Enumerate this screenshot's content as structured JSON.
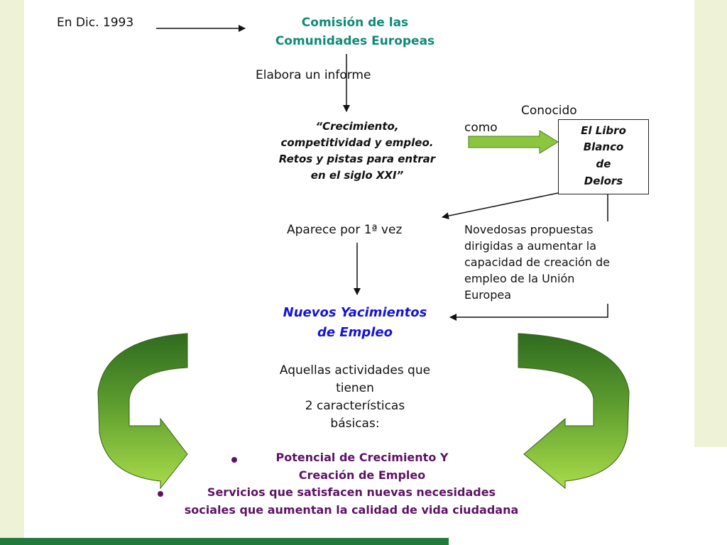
{
  "date_label": "En Dic. 1993",
  "commission": [
    "Comisión de las",
    "Comunidades Europeas"
  ],
  "elabora": "Elabora un informe",
  "report_title": [
    "“Crecimiento,",
    "competitividad y empleo.",
    "Retos y pistas para entrar",
    "en el siglo XXI”"
  ],
  "conocido": "Conocido",
  "como": "como",
  "white_book": [
    "El Libro",
    "Blanco",
    "de",
    "Delors"
  ],
  "aparece": "Aparece por 1ª vez",
  "novedosas": [
    "Novedosas propuestas",
    "dirigidas a aumentar la",
    "capacidad de creación de",
    "empleo de la Unión",
    "Europea"
  ],
  "nye": [
    "Nuevos Yacimientos",
    "de Empleo"
  ],
  "aquellas": [
    "Aquellas actividades que",
    "tienen",
    "2 características",
    "básicas:"
  ],
  "bullets": [
    [
      "Potencial de Crecimiento Y",
      "Creación de Empleo"
    ],
    [
      "Servicios que satisfacen nuevas necesidades",
      "sociales que aumentan la calidad de vida ciudadana"
    ]
  ],
  "colors": {
    "teal": "#0e8a78",
    "blue": "#1414d8",
    "purple": "#5e1265",
    "green_arrow": "#8cc63f",
    "green_dark": "#2f6b1f",
    "background_panel": "#eef2d7"
  }
}
